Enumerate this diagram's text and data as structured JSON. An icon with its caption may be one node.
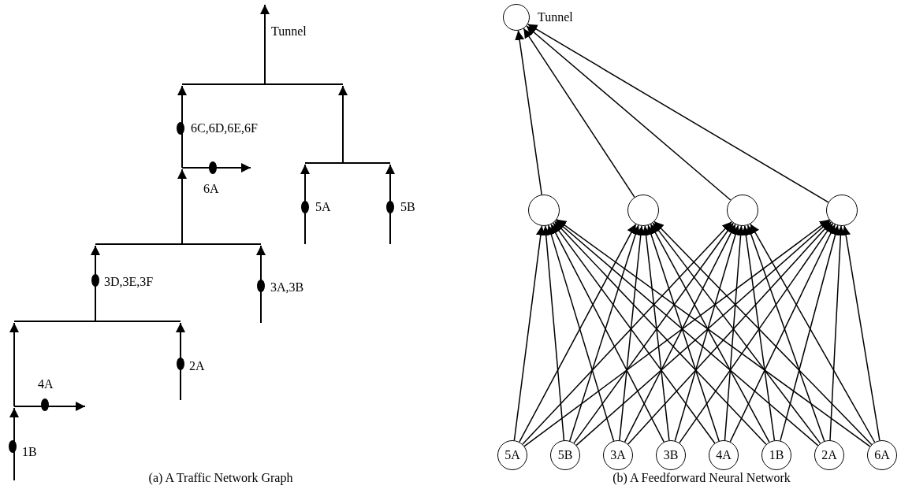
{
  "diagram": {
    "nodes": [
      {
        "text": [],
        "shape": "circle",
        "beside": [
          "Tunnel"
        ]
      },
      {
        "text": [],
        "shape": "circle"
      },
      {
        "text": [],
        "shape": "circle"
      },
      {
        "text": [],
        "shape": "circle"
      },
      {
        "text": [],
        "shape": "circle"
      },
      {
        "text": [
          "5A"
        ]
      },
      {
        "text": [
          "5B"
        ]
      },
      {
        "text": [
          "3A"
        ]
      },
      {
        "text": [
          "3B"
        ]
      },
      {
        "text": [
          "4A"
        ]
      },
      {
        "text": [
          "1B"
        ]
      },
      {
        "text": [
          "2A"
        ]
      },
      {
        "text": [
          "6A"
        ]
      }
    ],
    "edges": [
      {
        "from": 1,
        "to": 0,
        "arrow": "to"
      },
      {
        "from": 2,
        "to": 0,
        "arrow": "to"
      },
      {
        "from": 3,
        "to": 0,
        "arrow": "to"
      },
      {
        "from": 4,
        "to": 0,
        "arrow": "to"
      },
      {
        "from": 5,
        "to": 1,
        "arrow": "to"
      },
      {
        "from": 5,
        "to": 2,
        "arrow": "to"
      },
      {
        "from": 5,
        "to": 3,
        "arrow": "to"
      },
      {
        "from": 5,
        "to": 4,
        "arrow": "to"
      },
      {
        "from": 6,
        "to": 1,
        "arrow": "to"
      },
      {
        "from": 6,
        "to": 2,
        "arrow": "to"
      },
      {
        "from": 6,
        "to": 3,
        "arrow": "to"
      },
      {
        "from": 6,
        "to": 4,
        "arrow": "to"
      },
      {
        "from": 7,
        "to": 1,
        "arrow": "to"
      },
      {
        "from": 7,
        "to": 2,
        "arrow": "to"
      },
      {
        "from": 7,
        "to": 3,
        "arrow": "to"
      },
      {
        "from": 7,
        "to": 4,
        "arrow": "to"
      },
      {
        "from": 8,
        "to": 1,
        "arrow": "to"
      },
      {
        "from": 8,
        "to": 2,
        "arrow": "to"
      },
      {
        "from": 8,
        "to": 3,
        "arrow": "to"
      },
      {
        "from": 8,
        "to": 4,
        "arrow": "to"
      },
      {
        "from": 9,
        "to": 1,
        "arrow": "to"
      },
      {
        "from": 9,
        "to": 2,
        "arrow": "to"
      },
      {
        "from": 9,
        "to": 3,
        "arrow": "to"
      },
      {
        "from": 9,
        "to": 4,
        "arrow": "to"
      },
      {
        "from": 10,
        "to": 1,
        "arrow": "to"
      },
      {
        "from": 10,
        "to": 2,
        "arrow": "to"
      },
      {
        "from": 10,
        "to": 3,
        "arrow": "to"
      },
      {
        "from": 10,
        "to": 4,
        "arrow": "to"
      },
      {
        "from": 11,
        "to": 1,
        "arrow": "to"
      },
      {
        "from": 11,
        "to": 2,
        "arrow": "to"
      },
      {
        "from": 11,
        "to": 3,
        "arrow": "to"
      },
      {
        "from": 11,
        "to": 4,
        "arrow": "to"
      },
      {
        "from": 12,
        "to": 1,
        "arrow": "to"
      },
      {
        "from": 12,
        "to": 2,
        "arrow": "to"
      },
      {
        "from": 12,
        "to": 3,
        "arrow": "to"
      },
      {
        "from": 12,
        "to": 4,
        "arrow": "to"
      }
    ],
    "labels": [
      "Tunnel",
      "6C,6D,6E,6F",
      "6A",
      "5A",
      "5B",
      "3D,3E,3F",
      "3A,3B",
      "2A",
      "4A",
      "1B",
      "(a) A Traffic Network Graph",
      "(b)  A Feedforward Neural Network"
    ]
  }
}
